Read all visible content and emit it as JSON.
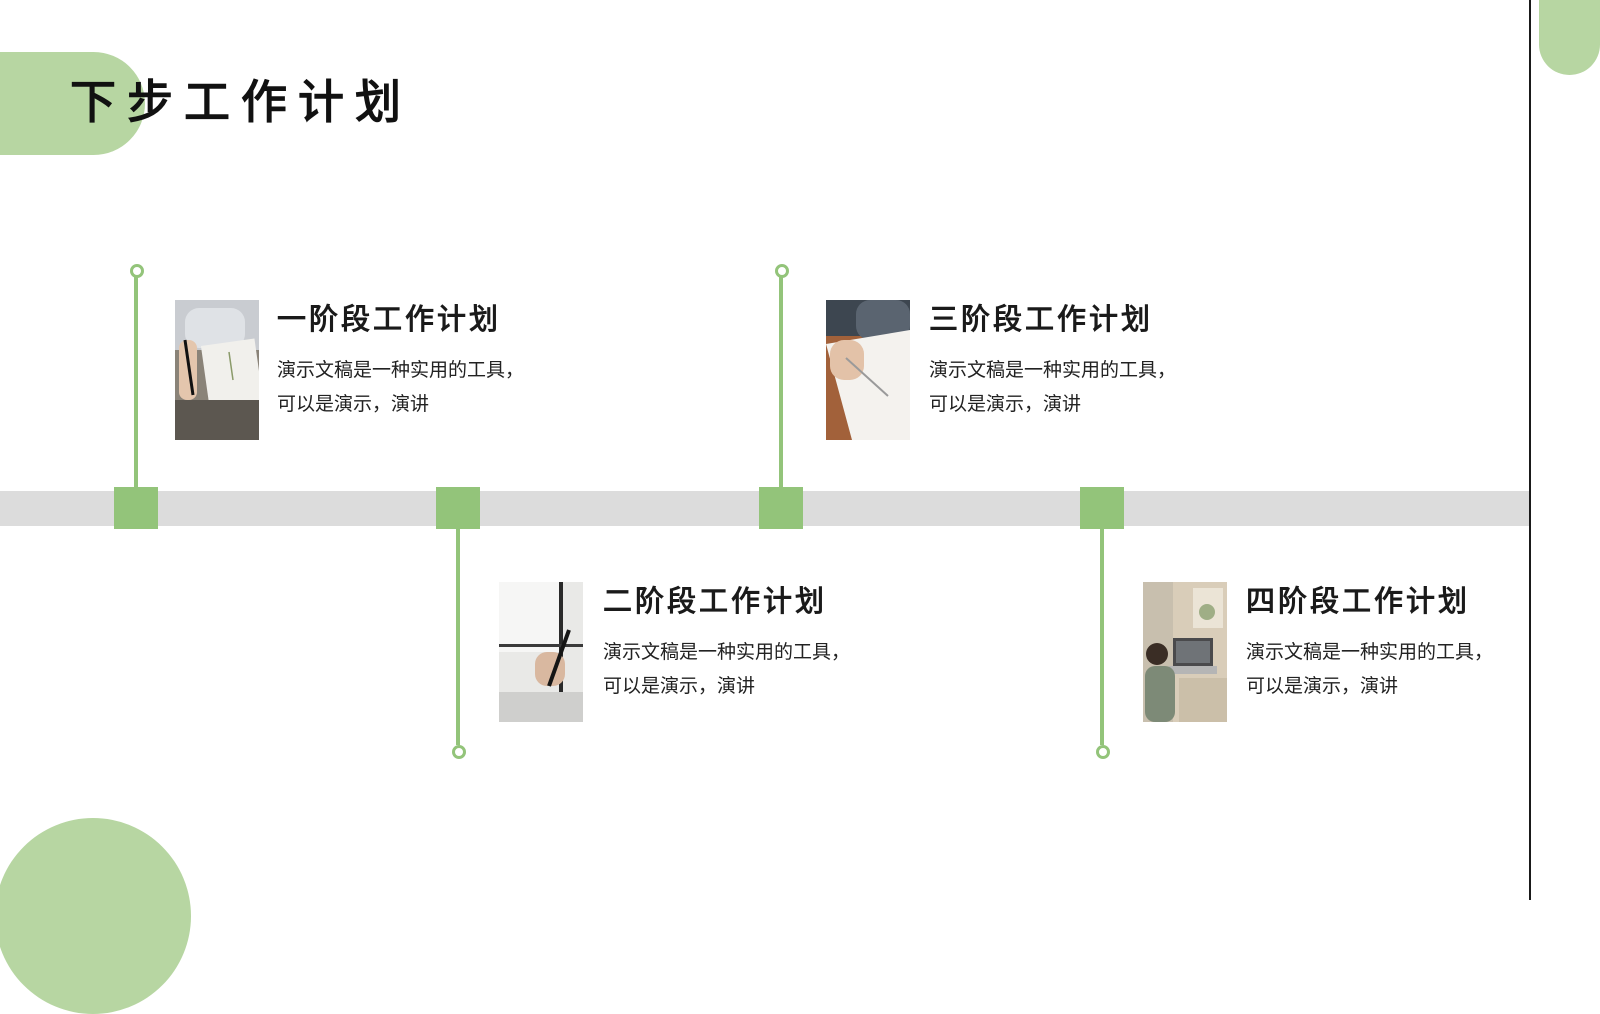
{
  "slide": {
    "title": "下步工作计划"
  },
  "stages": [
    {
      "title": "一阶段工作计划",
      "desc": "演示文稿是一种实用的工具，可以是演示，演讲"
    },
    {
      "title": "二阶段工作计划",
      "desc": "演示文稿是一种实用的工具，可以是演示，演讲"
    },
    {
      "title": "三阶段工作计划",
      "desc": "演示文稿是一种实用的工具，可以是演示，演讲"
    },
    {
      "title": "四阶段工作计划",
      "desc": "演示文稿是一种实用的工具，可以是演示，演讲"
    }
  ],
  "colors": {
    "accent": "#93c47a",
    "accent_light": "#b7d6a2",
    "track": "#dcdcdc",
    "text": "#1a1a1a"
  }
}
